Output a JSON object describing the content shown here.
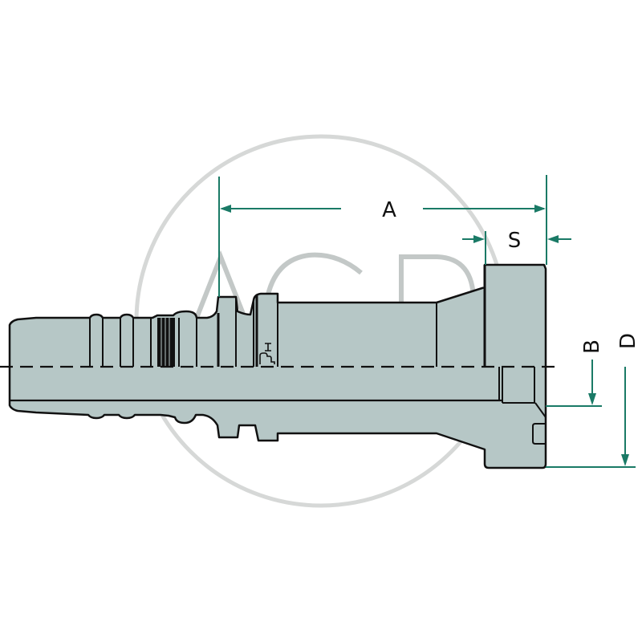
{
  "drawing": {
    "subject": "hose fitting with flange (side section view)",
    "background_color": "#ffffff",
    "body_fill": "#b6c7c6",
    "outline_color": "#111111",
    "dimension_color": "#1a7a66",
    "watermark_color": "#c9cccb"
  },
  "watermark": {
    "text": "AGP",
    "letters": [
      "A",
      "G",
      "P"
    ]
  },
  "dimensions": {
    "A": {
      "label": "A",
      "description": "length from collar to flange face"
    },
    "S": {
      "label": "S",
      "description": "flange thickness"
    },
    "B": {
      "label": "B",
      "description": "bore / inner dimension (vertical label)"
    },
    "D": {
      "label": "D",
      "description": "flange outer dimension (vertical label)"
    }
  }
}
